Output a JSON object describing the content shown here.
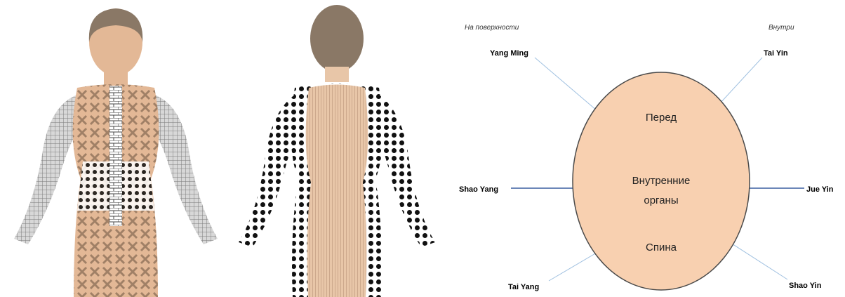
{
  "header": {
    "left": "На поверхности",
    "right": "Внутри"
  },
  "ellipse": {
    "top": "Перед",
    "middle_line1": "Внутренние",
    "middle_line2": "органы",
    "bottom": "Спина",
    "fill": "#f8d0b0",
    "stroke": "#4a4a4a"
  },
  "channels": {
    "yang_ming": "Yang Ming",
    "tai_yin": "Tai Yin",
    "shao_yang": "Shao Yang",
    "jue_yin": "Jue Yin",
    "tai_yang": "Tai Yang",
    "shao_yin": "Shao Yin"
  },
  "colors": {
    "skin": "#e9c1a0",
    "hair": "#8a7866",
    "thin_line": "#9fc0e0",
    "thick_line": "#3a5fa0"
  }
}
